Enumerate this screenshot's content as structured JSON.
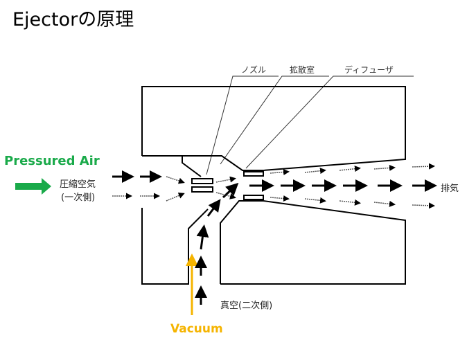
{
  "title": "Ejectorの原理",
  "labels": {
    "pressured_air": "Pressured Air",
    "vacuum": "Vacuum",
    "primary_air_1": "圧縮空気",
    "primary_air_2": "(一次側)",
    "exhaust": "排気",
    "secondary": "真空(二次側)",
    "nozzle": "ノズル",
    "diffusion_chamber": "拡散室",
    "diffuser": "ディフューザ"
  },
  "colors": {
    "pressured_air": "#1aaa4a",
    "vacuum": "#f5b400"
  }
}
